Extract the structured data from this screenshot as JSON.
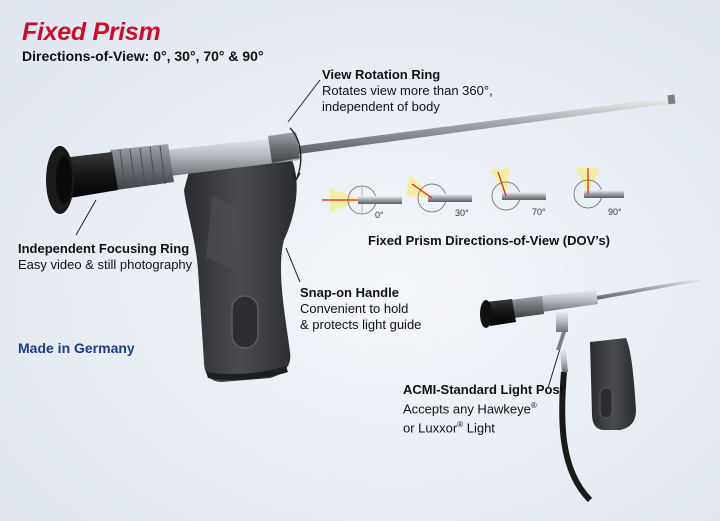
{
  "header": {
    "title": "Fixed Prism",
    "subtitle": "Directions-of-View: 0°, 30°, 70° & 90°"
  },
  "callouts": {
    "view_rotation": {
      "heading": "View Rotation Ring",
      "line1": "Rotates view more than 360°,",
      "line2": "independent of body"
    },
    "focusing": {
      "heading": "Independent Focusing Ring",
      "line1": "Easy video & still photography"
    },
    "handle": {
      "heading": "Snap-on Handle",
      "line1": "Convenient to hold",
      "line2": "& protects light guide"
    },
    "light_post": {
      "heading": "ACMI-Standard Light Post",
      "line1_prefix": "Accepts any Hawkeye",
      "line2_prefix": "or Luxxor",
      "line2_suffix": " Light",
      "reg": "®"
    }
  },
  "made_in": "Made in Germany",
  "dov": {
    "title": "Fixed Prism Directions-of-View (DOV’s)",
    "angles": [
      "0°",
      "30°",
      "70°",
      "90°"
    ]
  },
  "colors": {
    "title_red": "#c8102e",
    "made_in_blue": "#1d3b8a",
    "handle_dark": "#3a3c40",
    "steel": "#b9bec4"
  }
}
